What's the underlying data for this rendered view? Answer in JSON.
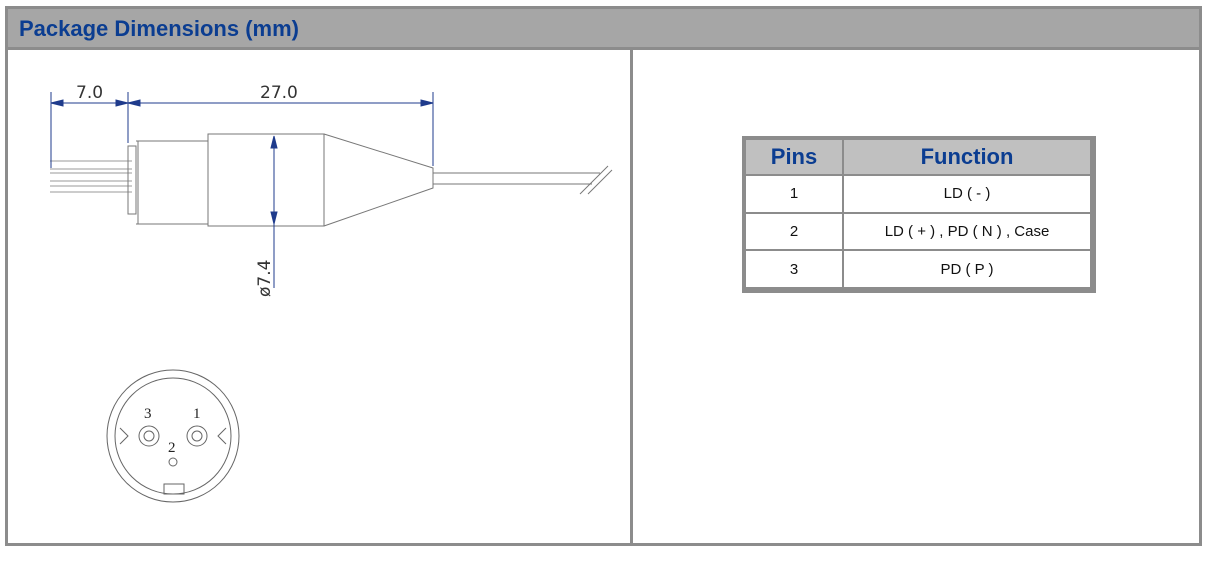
{
  "header": {
    "title": "Package Dimensions (mm)"
  },
  "drawing": {
    "dimensions": [
      "7.0",
      "27.0",
      "ø7.4"
    ],
    "pin_labels": [
      "3",
      "1",
      "2"
    ]
  },
  "pin_table": {
    "headers": [
      "Pins",
      "Function"
    ],
    "rows": [
      {
        "pin": "1",
        "function": "LD ( - )"
      },
      {
        "pin": "2",
        "function": "LD ( + ) , PD ( N ) , Case"
      },
      {
        "pin": "3",
        "function": "PD ( P )"
      }
    ]
  },
  "colors": {
    "header_text": "#0b3d91",
    "frame": "#8c8c8c",
    "header_bg": "#a6a6a6",
    "dimension_line": "#1f3b8c"
  }
}
